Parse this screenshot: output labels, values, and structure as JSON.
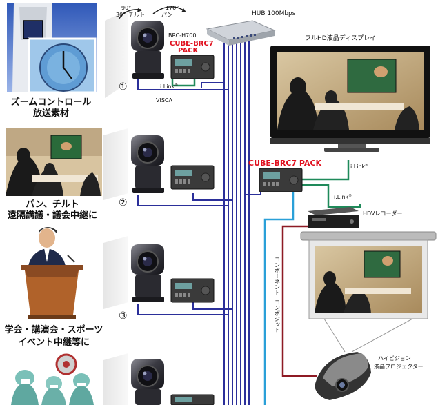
{
  "colors": {
    "bus_blue": "#2b2f9a",
    "link_green": "#1f8a5a",
    "component_cyan": "#2aa0d8",
    "composite_red": "#8e1a24",
    "pack_red": "#e0101e",
    "camera_body": "#2a2a30",
    "deck_body": "#3a3a3a"
  },
  "labels": {
    "hub": "HUB 100Mbps",
    "camera_model": "BRC-H700",
    "pack_top_line1": "CUBE-BRC7",
    "pack_top_line2": "PACK",
    "pack_right": "CUBE-BRC7 PACK",
    "ilink": "i.Link",
    "ilink_mark": "®",
    "visca": "VISCA",
    "tilt_deg": "90°",
    "tilt_deg2": "30°",
    "tilt": "チルト",
    "pan_deg": "170°",
    "pan": "パン",
    "circle_1": "①",
    "circle_2": "②",
    "circle_3": "③",
    "lcd_display": "フルHD液晶ディスプレイ",
    "hdv_recorder": "HDVレコーダー",
    "projector_line1": "ハイビジョン",
    "projector_line2": "液晶プロジェクター",
    "component": "コンポーネント",
    "composite": "コンポジット"
  },
  "captions": [
    {
      "line1": "ズームコントロール",
      "line2": "放送素材"
    },
    {
      "line1": "パン、チルト",
      "line2": "遠隔講議・議会中継に"
    },
    {
      "line1": "学会・講演会・スポーツ",
      "line2": "イベント中継等に"
    }
  ]
}
